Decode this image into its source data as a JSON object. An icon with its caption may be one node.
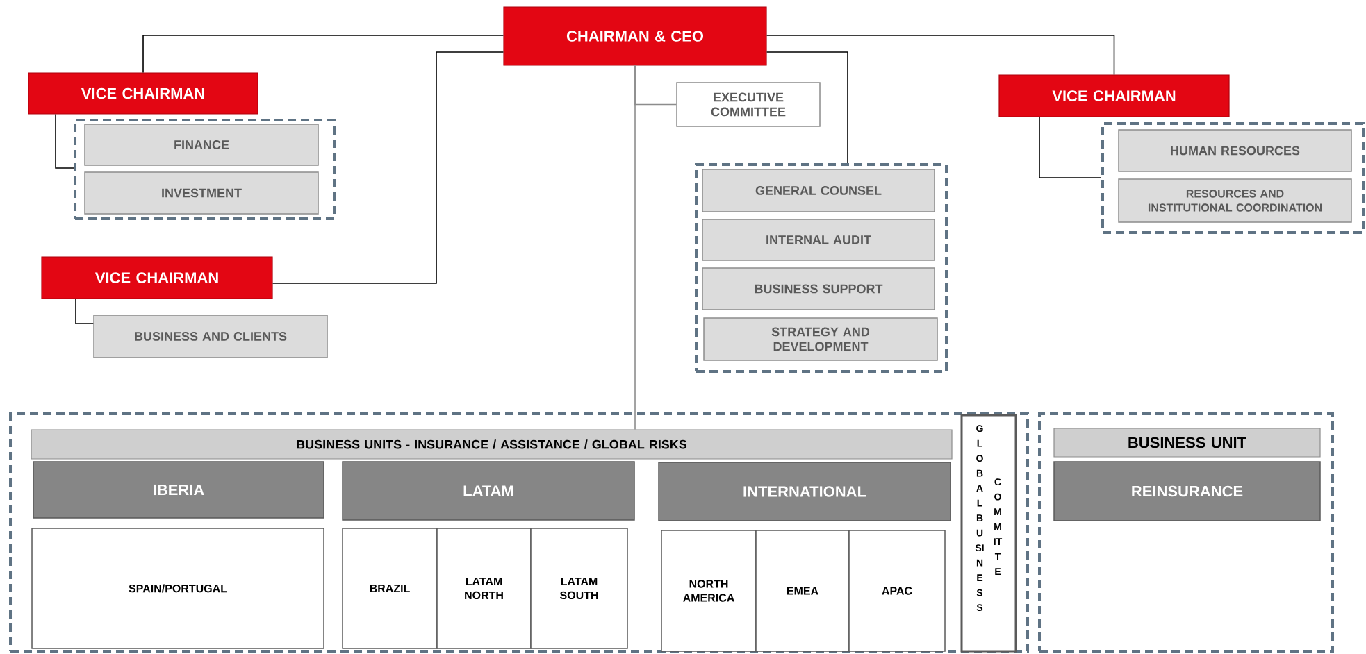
{
  "diagram": {
    "nodes": [
      {
        "text": [
          "CHAIRMAN & CEO"
        ]
      },
      {
        "text": [
          "VICE CHAIRMAN"
        ]
      },
      {
        "text": [],
        "shape": "box"
      },
      {
        "text": [
          "FINANCE"
        ],
        "in": 2
      },
      {
        "text": [
          "INVESTMENT"
        ],
        "in": 2
      },
      {
        "text": [
          "VICE CHAIRMAN"
        ]
      },
      {
        "text": [
          "BUSINESS AND CLIENTS"
        ]
      },
      {
        "text": [
          "EXECUTIVE COMMITTEE"
        ]
      },
      {
        "text": [],
        "shape": "box"
      },
      {
        "text": [
          "GENERAL COUNSEL"
        ],
        "in": 8
      },
      {
        "text": [
          "INTERNAL AUDIT"
        ],
        "in": 8
      },
      {
        "text": [
          "BUSINESS SUPPORT"
        ],
        "in": 8
      },
      {
        "text": [
          "STRATEGY AND DEVELOPMENT"
        ],
        "in": 8
      },
      {
        "text": [
          "VICE CHAIRMAN"
        ]
      },
      {
        "text": [],
        "shape": "box"
      },
      {
        "text": [
          "HUMAN RESOURCES"
        ],
        "in": 14
      },
      {
        "text": [
          "RESOURCES AND INSTITUTIONAL COORDINATION"
        ],
        "in": 14
      },
      {
        "text": [],
        "shape": "box"
      },
      {
        "text": [
          "BUSINESS UNITS - INSURANCE / ASSISTANCE / GLOBAL RISKS"
        ],
        "in": 17
      },
      {
        "text": [
          "IBERIA"
        ],
        "in": 17
      },
      {
        "text": [
          "LATAM"
        ],
        "in": 17
      },
      {
        "text": [
          "INTERNATIONAL"
        ],
        "in": 17
      },
      {
        "text": [
          "SPAIN/PORTUGAL"
        ],
        "in": 17
      },
      {
        "text": [
          "BRAZIL"
        ],
        "in": 17
      },
      {
        "text": [
          "LATAM NORTH"
        ],
        "in": 17
      },
      {
        "text": [
          "LATAM SOUTH"
        ],
        "in": 17
      },
      {
        "text": [
          "NORTH AMERICA"
        ],
        "in": 17
      },
      {
        "text": [
          "EMEA"
        ],
        "in": 17
      },
      {
        "text": [
          "APAC"
        ],
        "in": 17
      },
      {
        "text": [
          "GLOBAL BUSINESS",
          "COMMITTE"
        ],
        "in": 17
      },
      {
        "text": [],
        "shape": "box"
      },
      {
        "text": [
          "BUSINESS UNIT"
        ],
        "in": 30
      },
      {
        "text": [
          "REINSURANCE"
        ],
        "in": 30
      }
    ],
    "edges": [
      {
        "from": 0,
        "to": 1,
        "arrow": "none"
      },
      {
        "from": 0,
        "to": 13,
        "arrow": "none"
      },
      {
        "from": 0,
        "to": 5,
        "arrow": "none"
      },
      {
        "from": 0,
        "to": 8,
        "arrow": "none"
      },
      {
        "from": 0,
        "to": 18,
        "arrow": "none",
        "color": "#8c8c8c"
      },
      {
        "from": 0,
        "to": 7,
        "arrow": "none",
        "color": "#8c8c8c"
      },
      {
        "from": 1,
        "to": 2,
        "arrow": "none"
      },
      {
        "from": 5,
        "to": 6,
        "arrow": "none"
      },
      {
        "from": 13,
        "to": 14,
        "arrow": "none"
      }
    ]
  }
}
